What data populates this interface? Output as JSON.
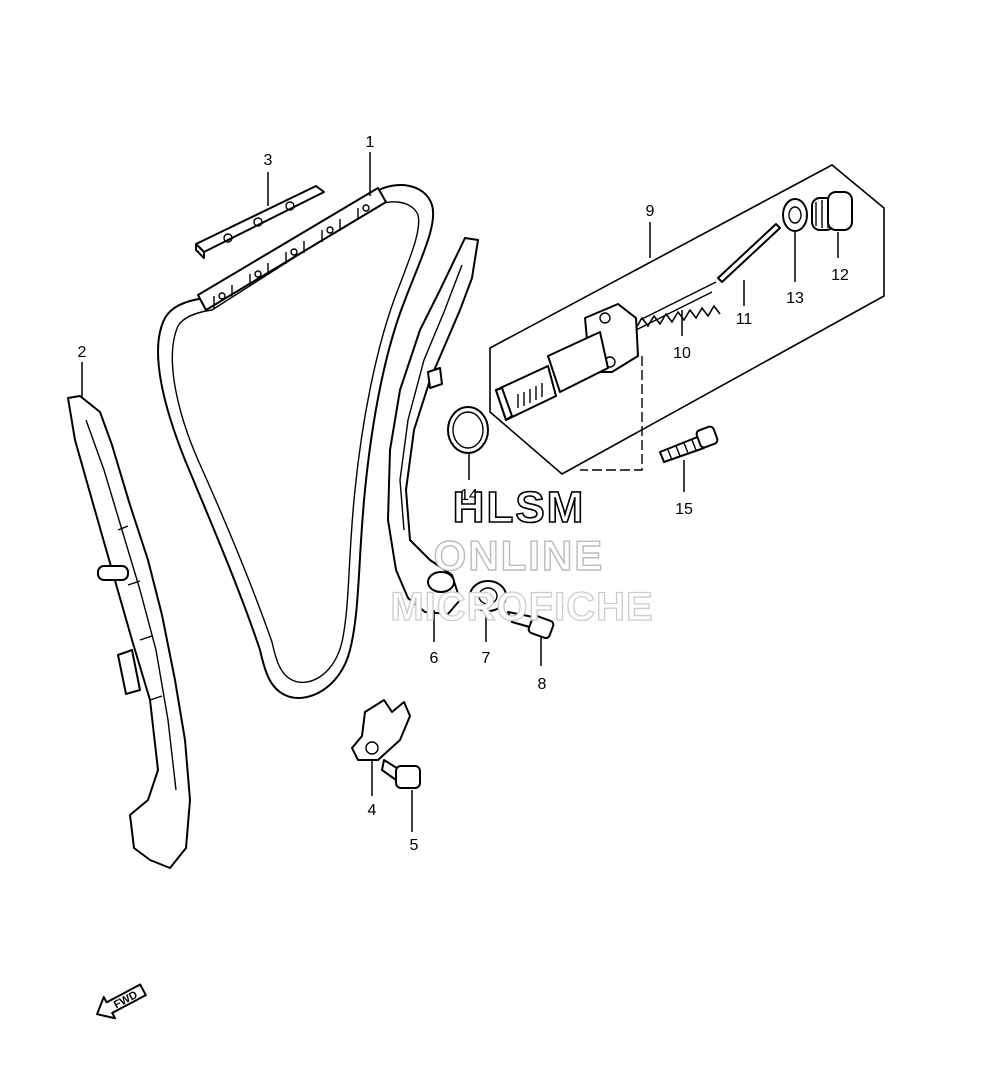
{
  "diagram": {
    "callouts": [
      {
        "id": "1",
        "label": "1"
      },
      {
        "id": "2",
        "label": "2"
      },
      {
        "id": "3",
        "label": "3"
      },
      {
        "id": "4",
        "label": "4"
      },
      {
        "id": "5",
        "label": "5"
      },
      {
        "id": "6",
        "label": "6"
      },
      {
        "id": "7",
        "label": "7"
      },
      {
        "id": "8",
        "label": "8"
      },
      {
        "id": "9",
        "label": "9"
      },
      {
        "id": "10",
        "label": "10"
      },
      {
        "id": "11",
        "label": "11"
      },
      {
        "id": "12",
        "label": "12"
      },
      {
        "id": "13",
        "label": "13"
      },
      {
        "id": "14",
        "label": "14"
      },
      {
        "id": "15",
        "label": "15"
      }
    ],
    "watermark": {
      "line1": "HLSM",
      "line2": "ONLINE",
      "line3": "MICROFICHE"
    },
    "direction_label": "FWD"
  }
}
